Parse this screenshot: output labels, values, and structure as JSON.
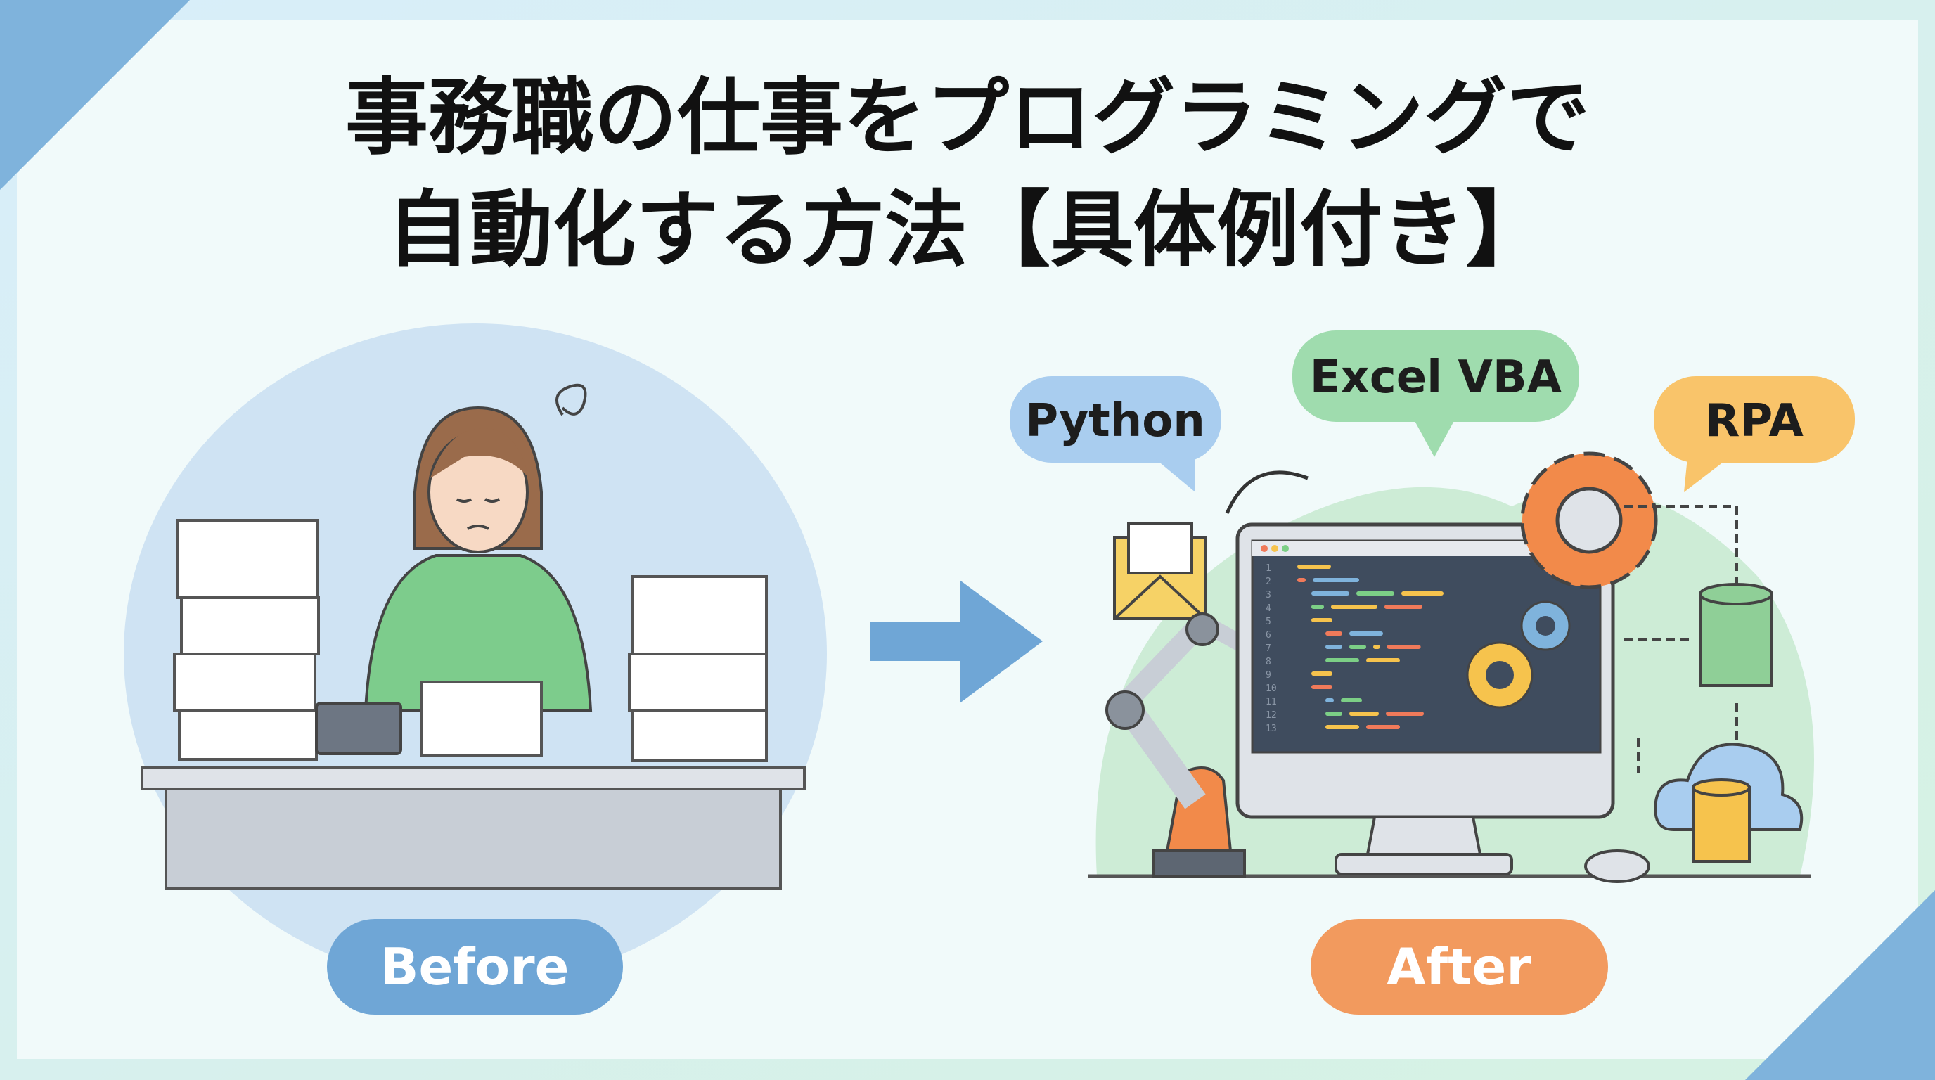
{
  "title": {
    "line1": "事務職の仕事をプログラミングで",
    "line2": "自動化する方法【具体例付き】"
  },
  "labels": {
    "before": "Before",
    "after": "After"
  },
  "bubbles": {
    "python": "Python",
    "excel": "Excel VBA",
    "rpa": "RPA"
  },
  "editor": {
    "line_numbers": [
      "1",
      "2",
      "3",
      "4",
      "5",
      "6",
      "7",
      "8",
      "9",
      "10",
      "11",
      "12",
      "13"
    ]
  },
  "colors": {
    "before_pill": "#6fa6d6",
    "after_pill": "#f29a5e",
    "python_bubble": "#a9cdef",
    "excel_bubble": "#9fdcae",
    "rpa_bubble": "#f9c46a",
    "arrow": "#6fa6d6"
  }
}
